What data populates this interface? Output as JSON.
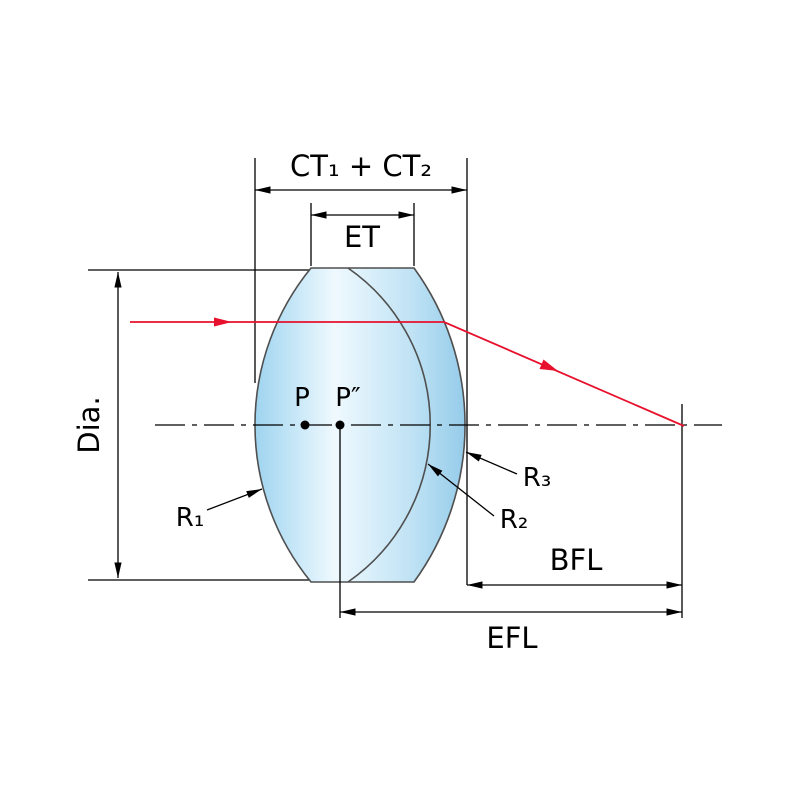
{
  "diagram": {
    "dimensions": {
      "center_thickness": "CT₁ + CT₂",
      "edge_thickness": "ET",
      "diameter": "Dia.",
      "back_focal_length": "BFL",
      "effective_focal_length": "EFL"
    },
    "radii": {
      "r1": "R₁",
      "r2": "R₂",
      "r3": "R₃"
    },
    "principal_points": {
      "p": "P",
      "p_double_prime": "P″"
    },
    "colors": {
      "lens_fill_light": "#eff9fe",
      "lens_fill_dark": "#9fd4ef",
      "lens_stroke": "#4f4f4f",
      "line_color": "#000000",
      "ray_color": "#e8112d",
      "background": "#ffffff"
    }
  }
}
